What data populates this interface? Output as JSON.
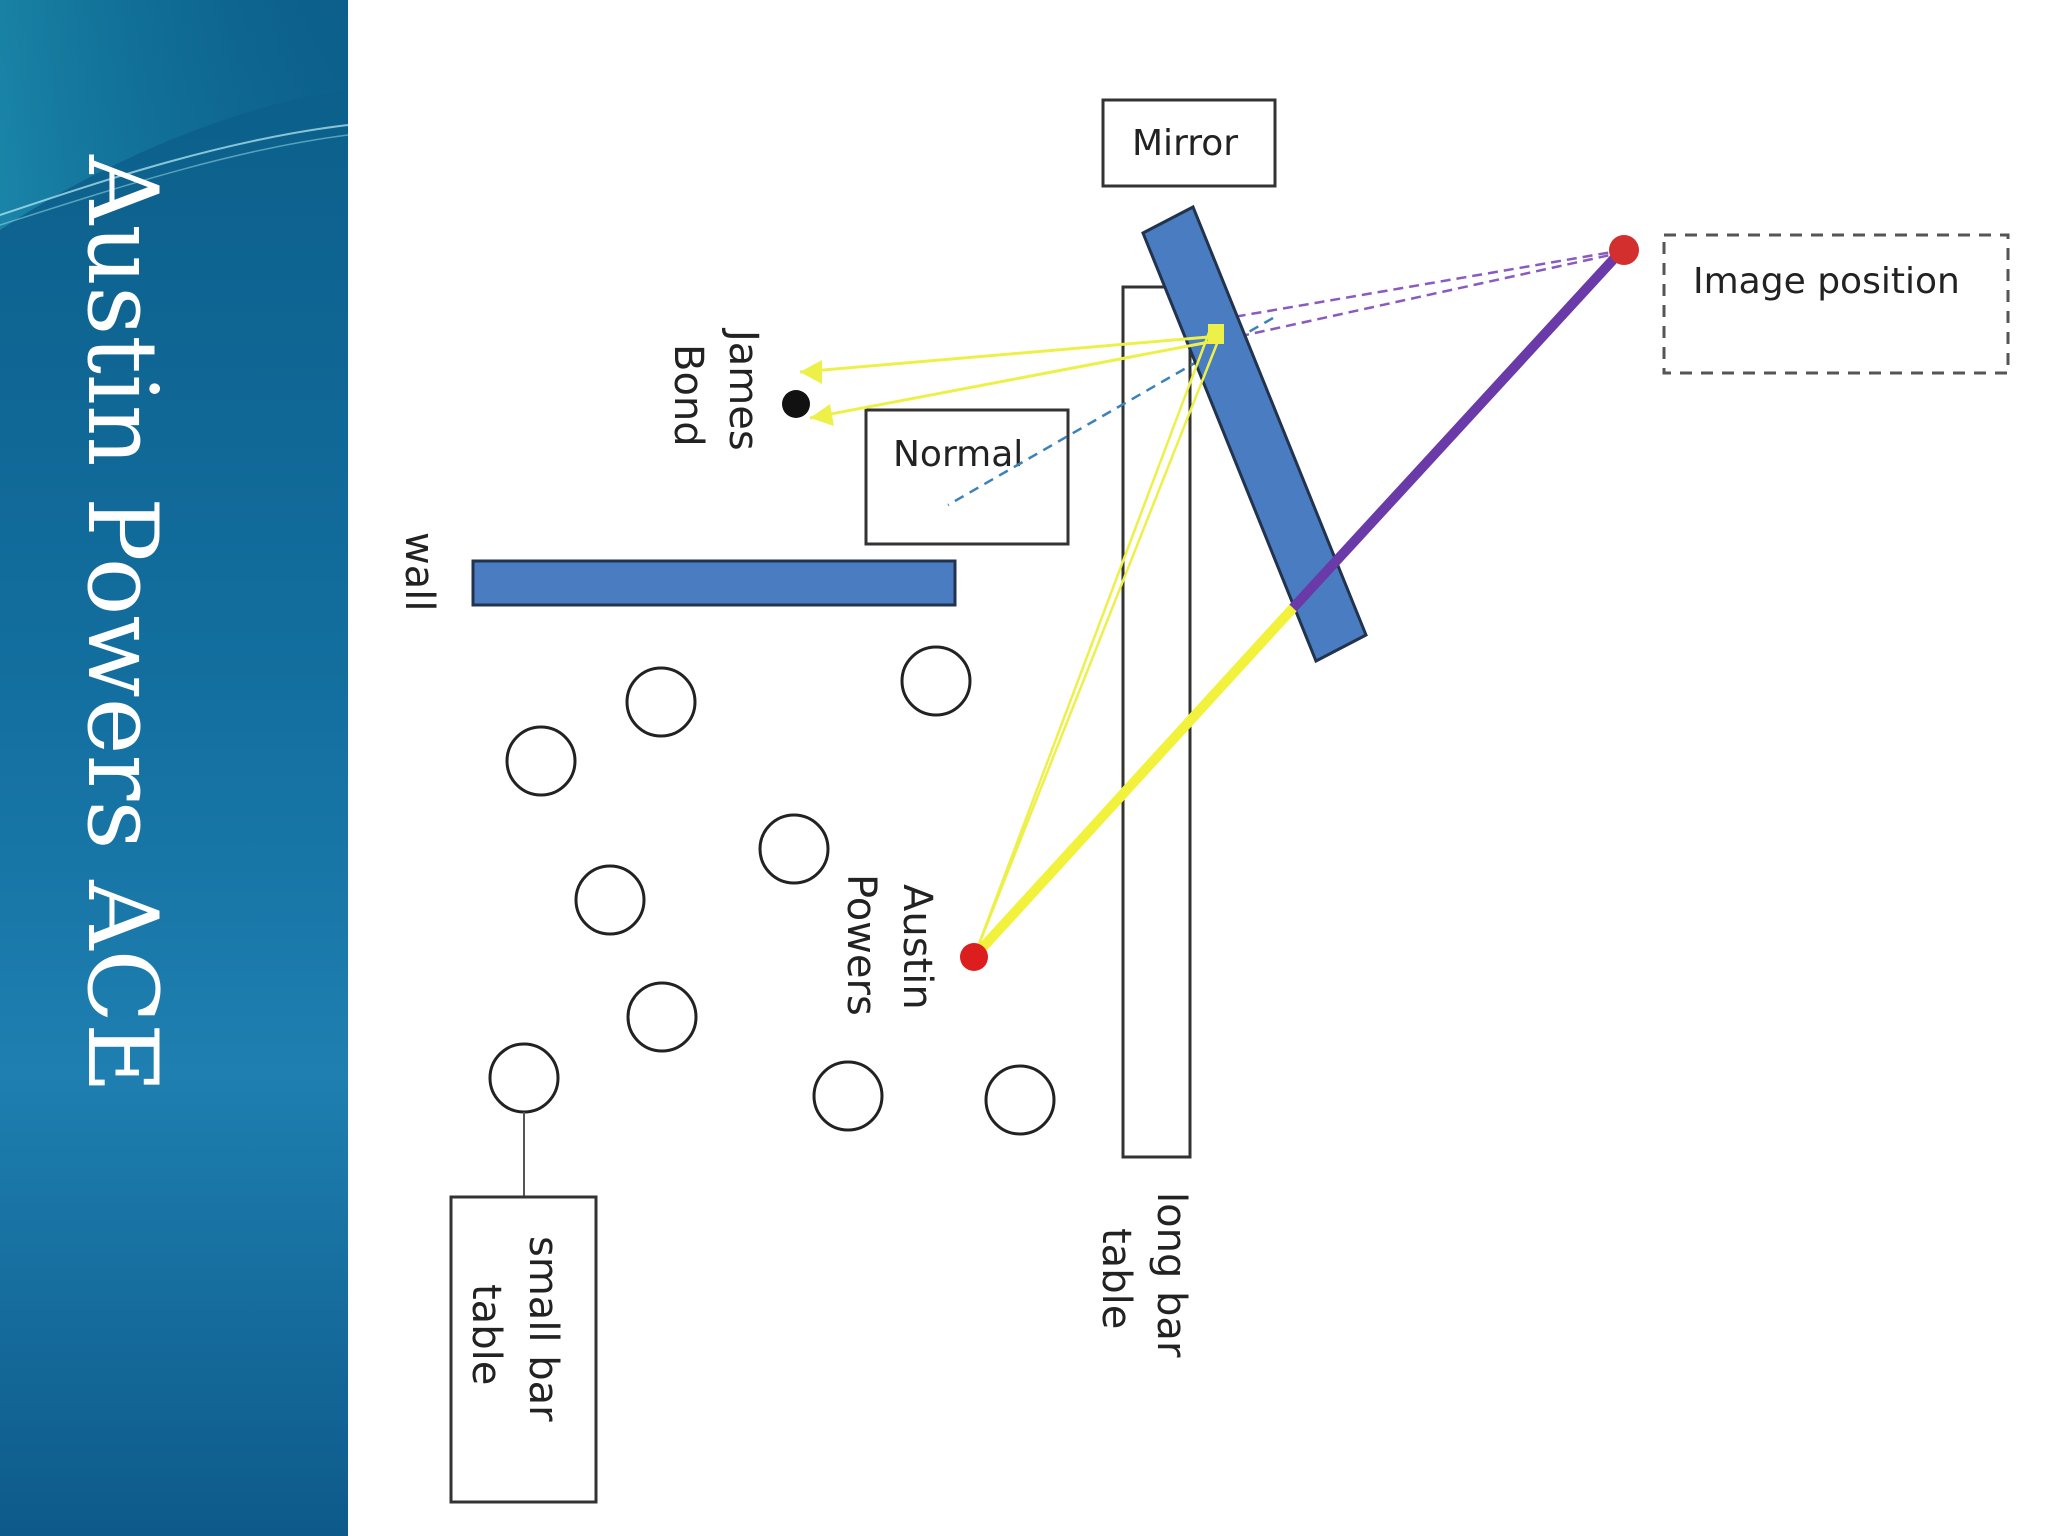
{
  "slide": {
    "title": "Austin Powers ACE"
  },
  "diagram": {
    "labels": {
      "mirror": "Mirror",
      "image_position": "Image position",
      "normal": "Normal",
      "james_bond_line1": "James",
      "james_bond_line2": "Bond",
      "wall": "wall",
      "austin_powers_line1": "Austin",
      "austin_powers_line2": "Powers",
      "long_bar_table_line1": "long bar",
      "long_bar_table_line2": "table",
      "small_bar_table_line1": "small bar",
      "small_bar_table_line2": "table"
    },
    "colors": {
      "mirror": "#4a7cc2",
      "wall": "#4a7cc2",
      "light_ray": "#f5f542",
      "virtual_ray": "#6a3aa8",
      "person_austin": "#dd1e1e",
      "person_bond": "#111111",
      "image_point": "#d32f2f",
      "normal_line": "#3b82b8"
    }
  }
}
